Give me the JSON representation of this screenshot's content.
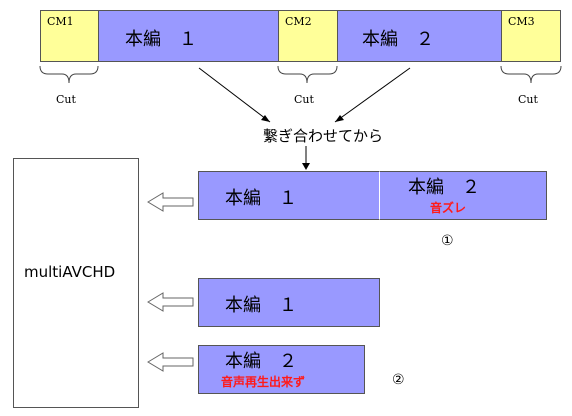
{
  "top_bar": {
    "cm1": "CM1",
    "main1": "本編　１",
    "cm2": "CM2",
    "main2": "本編　２",
    "cm3": "CM3"
  },
  "cut_labels": [
    "Cut",
    "Cut",
    "Cut"
  ],
  "join_text": "繋ぎ合わせてから",
  "device": "multiAVCHD",
  "case1": {
    "main1": "本編　１",
    "main2": "本編　２",
    "note": "音ズレ",
    "number": "①"
  },
  "case2": {
    "main1": "本編　１",
    "main2": "本編　２",
    "note": "音声再生出来ず",
    "number": "②"
  }
}
